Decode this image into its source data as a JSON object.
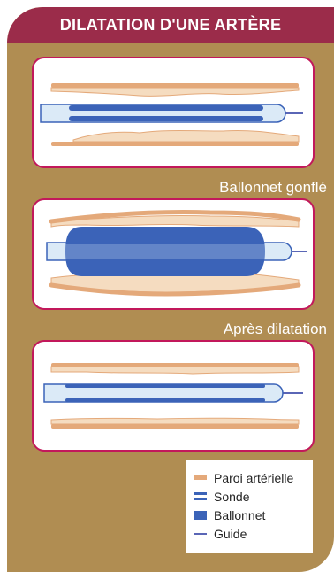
{
  "title": "DILATATION D'UNE ARTÈRE",
  "captions": {
    "inflated": "Ballonnet gonflé",
    "after": "Après dilatation"
  },
  "legend": [
    {
      "label": "Paroi artérielle",
      "swatch": "wall"
    },
    {
      "label": "Sonde",
      "swatch": "probe"
    },
    {
      "label": "Ballonnet",
      "swatch": "balloon"
    },
    {
      "label": "Guide",
      "swatch": "guide"
    }
  ],
  "colors": {
    "background": "#b08d52",
    "title_bar": "#9b2c4a",
    "panel_border": "#c2185b",
    "artery_wall": "#e4a97a",
    "plaque": "#f5dcc0",
    "balloon": "#3b63b8",
    "probe": "#dbeaf7",
    "guide": "#5a66b6"
  }
}
